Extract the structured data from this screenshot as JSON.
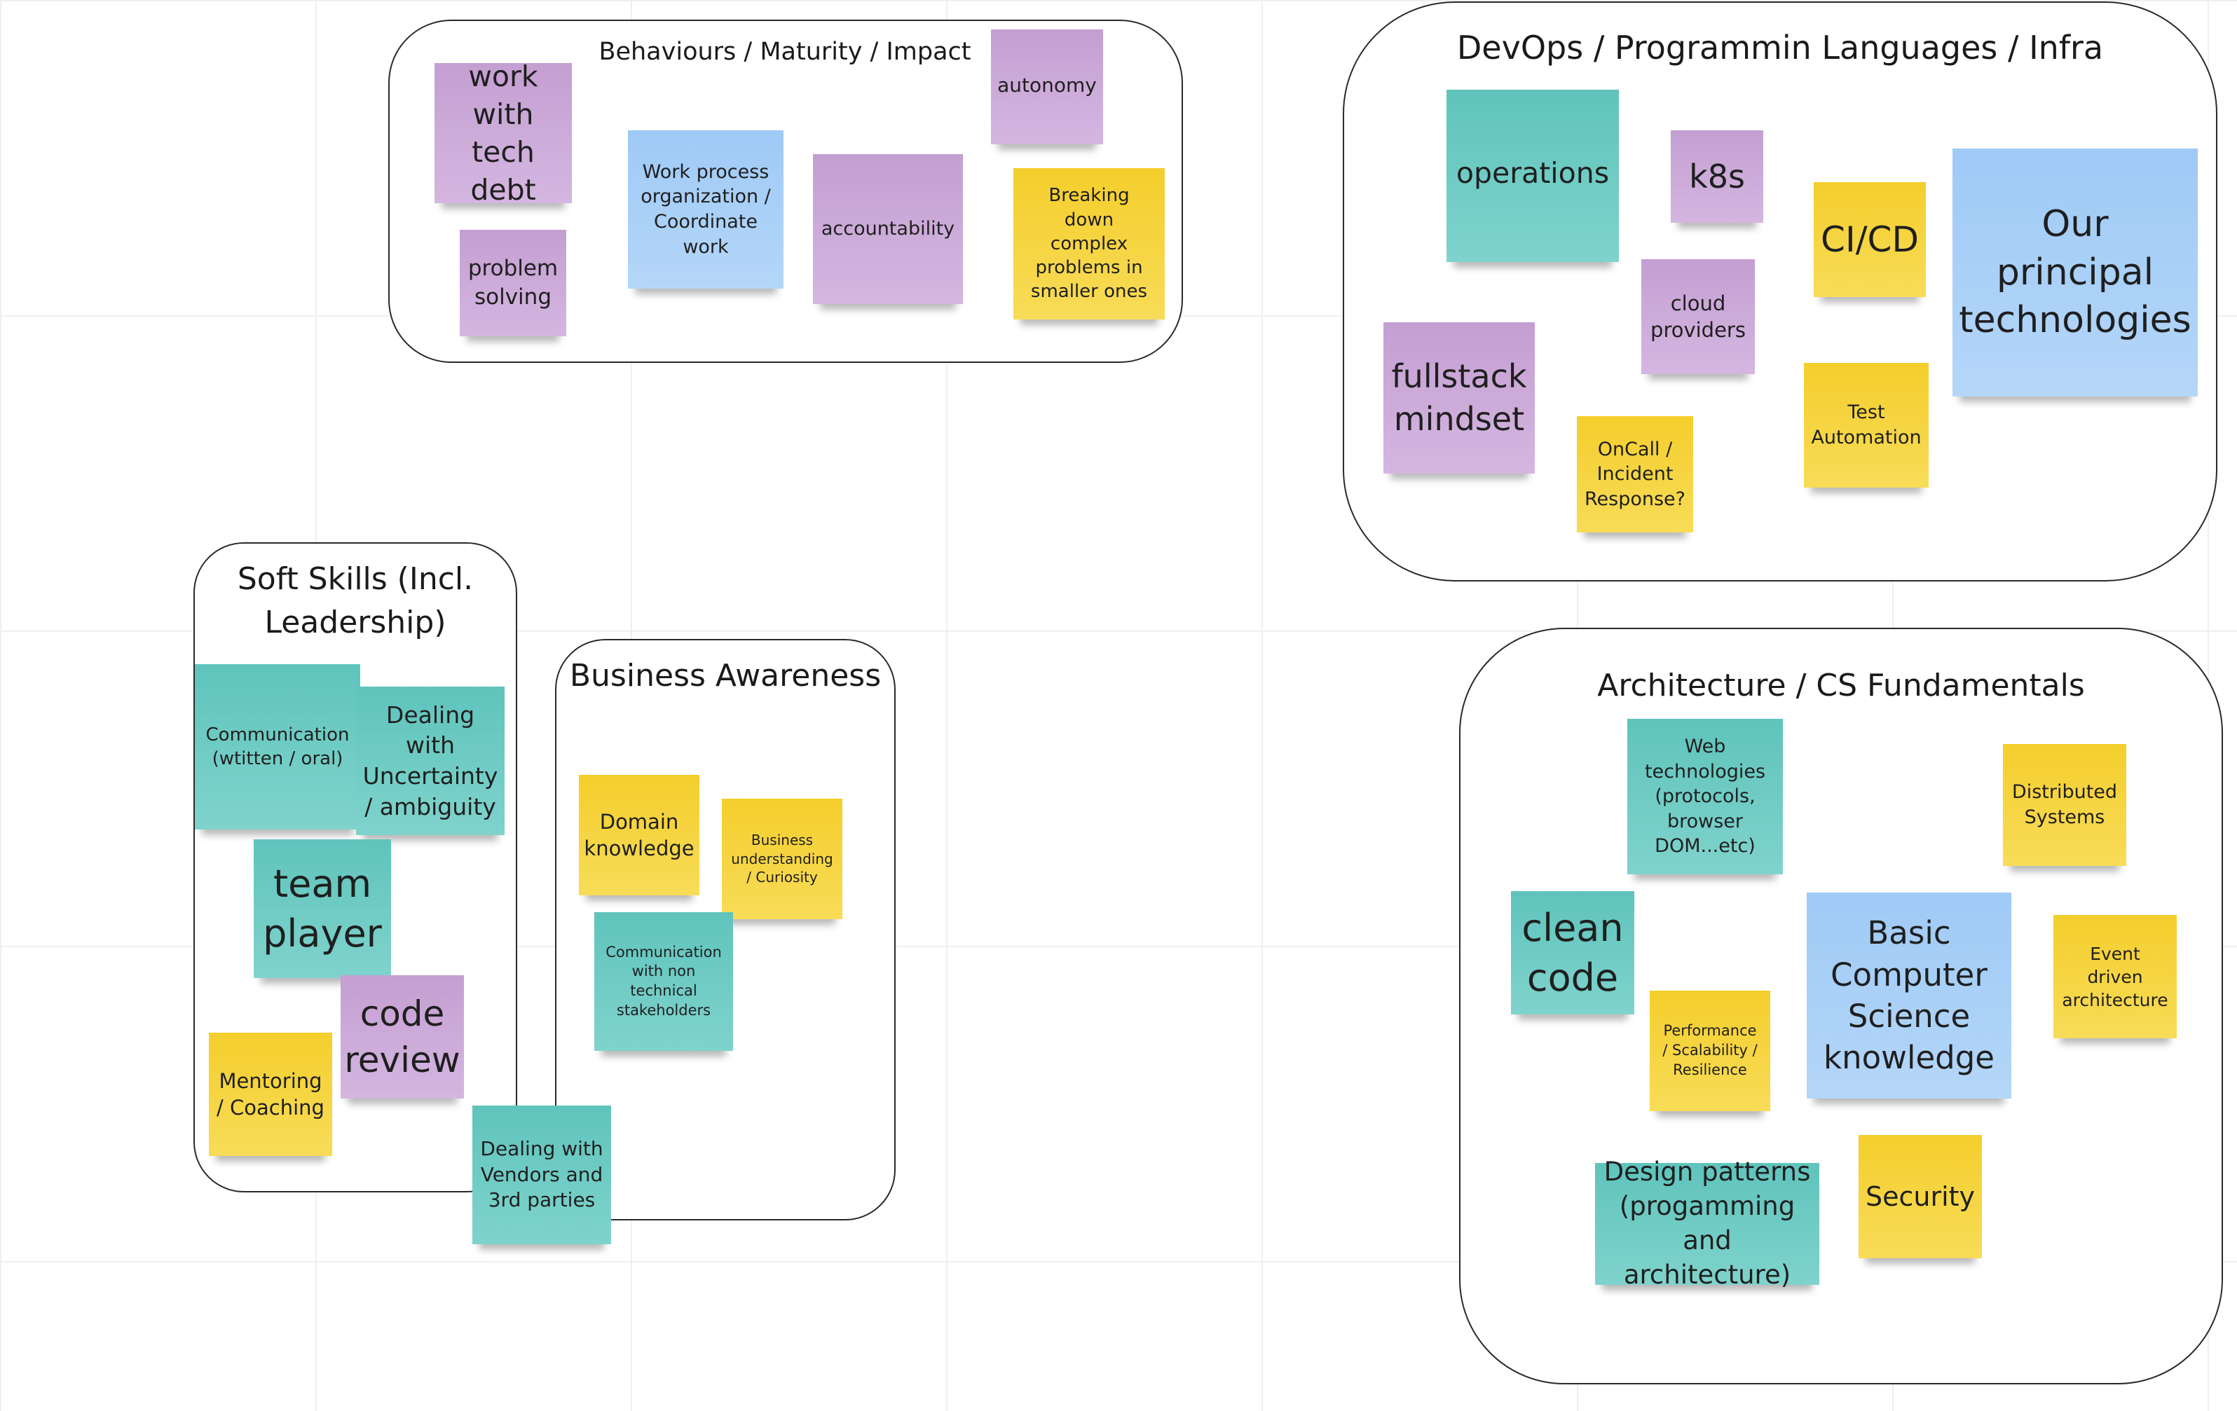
{
  "colors": {
    "teal": "#6cccc4",
    "purple": "#c9a6d6",
    "yellow": "#f6d33e",
    "blue": "#a8d0f7",
    "frame_border": "#2a2a2a"
  },
  "frames": {
    "behaviours": "Behaviours / Maturity / Impact",
    "devops": "DevOps / Programmin Languages / Infra",
    "soft_skills": "Soft Skills (Incl. Leadership)",
    "business": "Business Awareness",
    "architecture": "Architecture / CS Fundamentals"
  },
  "notes": {
    "work_tech_debt": "work with tech debt",
    "problem_solving": "problem solving",
    "work_process": "Work process organization / Coordinate work",
    "accountability": "accountability",
    "autonomy": "autonomy",
    "breaking_down": "Breaking down complex problems in smaller ones",
    "operations": "operations",
    "k8s": "k8s",
    "cicd": "CI/CD",
    "principal_tech": "Our principal technologies",
    "cloud_providers": "cloud providers",
    "fullstack": "fullstack mindset",
    "oncall": "OnCall / Incident Response?",
    "test_automation": "Test Automation",
    "communication": "Communication (wtitten / oral)",
    "uncertainty": "Dealing with Uncertainty / ambiguity",
    "team_player": "team player",
    "code_review": "code review",
    "mentoring": "Mentoring / Coaching",
    "vendors": "Dealing with Vendors and 3rd parties",
    "domain_knowledge": "Domain knowledge",
    "business_understanding": "Business understanding / Curiosity",
    "comm_non_tech": "Communication with non technical stakeholders",
    "web_tech": "Web technologies (protocols, browser DOM...etc)",
    "distributed": "Distributed Systems",
    "clean_code": "clean code",
    "performance": "Performance / Scalability / Resilience",
    "basic_cs": "Basic Computer Science knowledge",
    "event_driven": "Event driven architecture",
    "design_patterns": "Design patterns (progamming and architecture)",
    "security": "Security"
  }
}
